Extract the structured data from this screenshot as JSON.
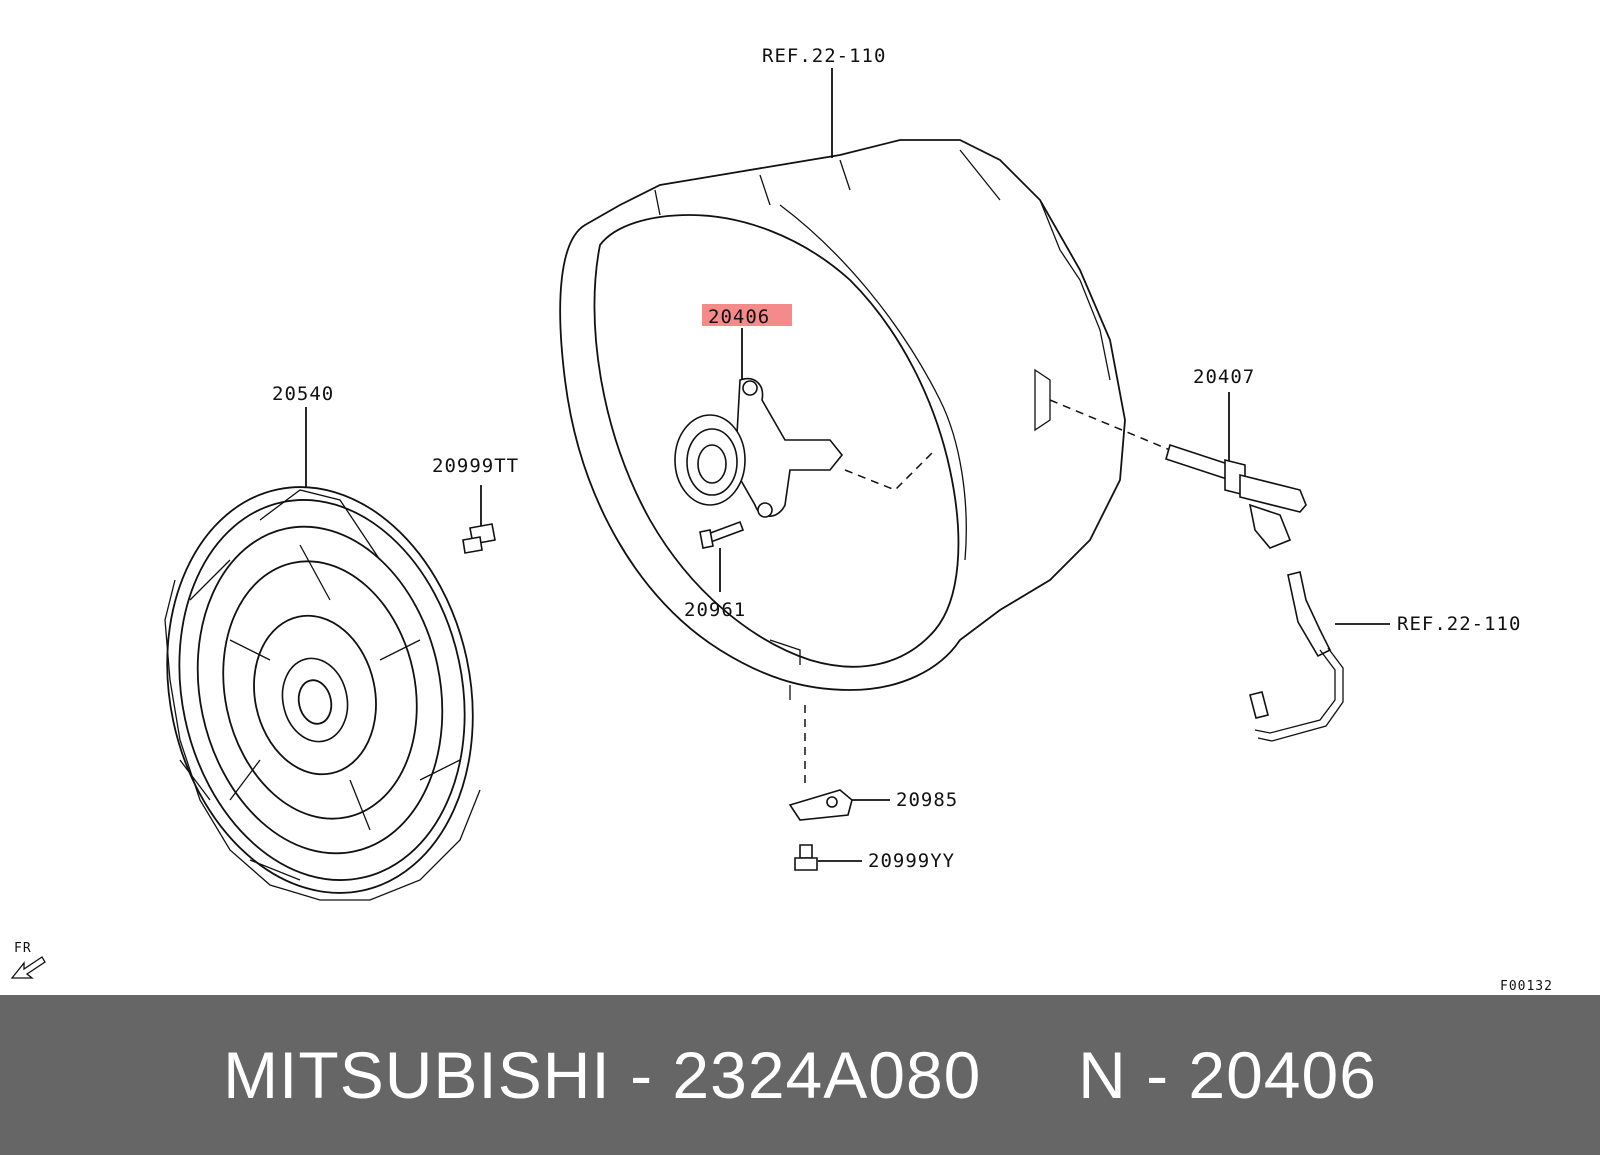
{
  "colors": {
    "highlight": "#f48a8a",
    "footer_bg": "#666666",
    "footer_text": "#ffffff",
    "line": "#111111"
  },
  "labels": {
    "ref_top": "REF.22-110",
    "part_20406": "20406",
    "part_20540": "20540",
    "part_20999TT": "20999TT",
    "part_20407": "20407",
    "part_20961": "20961",
    "ref_right": "REF.22-110",
    "part_20985": "20985",
    "part_20999YY": "20999YY",
    "fr": "FR",
    "figure_code": "F00132"
  },
  "footer": {
    "text": "MITSUBISHI - 2324A080     N - 20406"
  },
  "highlighted_part": "20406"
}
